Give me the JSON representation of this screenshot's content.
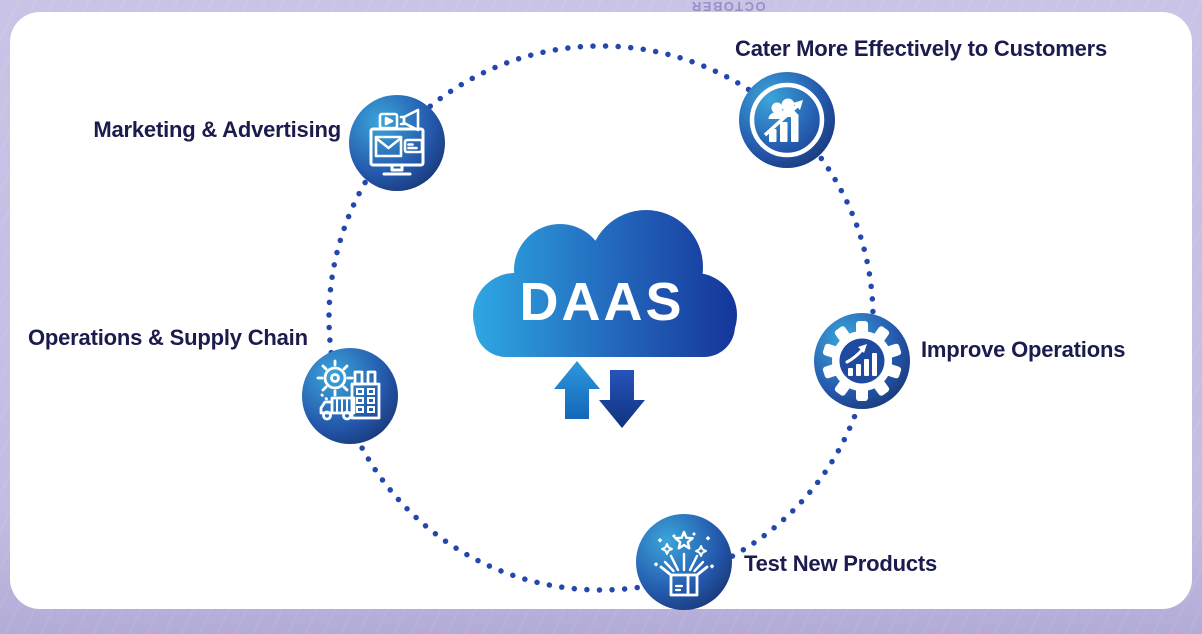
{
  "background": {
    "watermark_text": "OCTOBER",
    "color": "#c3bde2"
  },
  "card": {
    "bg": "#ffffff"
  },
  "center": {
    "cloud_label": "DAAS",
    "cloud_gradient": [
      "#2EA6E2",
      "#15369B"
    ],
    "arrows": [
      "upload-arrow",
      "download-arrow"
    ]
  },
  "ring": {
    "dot_color": "#2447AE"
  },
  "nodes": [
    {
      "label": "Marketing & Advertising",
      "icon": "marketing-monitor-megaphone-icon"
    },
    {
      "label": "Cater More Effectively to Customers",
      "icon": "people-growth-chart-icon"
    },
    {
      "label": "Improve Operations",
      "icon": "gear-growth-chart-icon"
    },
    {
      "label": "Operations & Supply Chain",
      "icon": "factory-truck-gear-icon"
    },
    {
      "label": "Test New Products",
      "icon": "open-box-fireworks-icon"
    }
  ],
  "colors": {
    "label_text": "#1B1B4D",
    "node_gradient": [
      "#3BA5DA",
      "#142457"
    ],
    "dot": "#2447AE",
    "up_arrow": [
      "#2B97DC",
      "#1565B8"
    ],
    "down_arrow": [
      "#2553B8",
      "#10337F"
    ]
  }
}
